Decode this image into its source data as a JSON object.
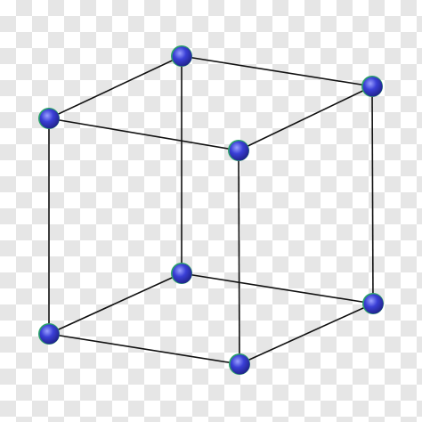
{
  "diagram": {
    "kind": "cube-lattice",
    "background": {
      "pattern": "transparency-checkerboard",
      "light_color": "#ffffff",
      "dark_color": "#e6e6e6"
    },
    "edge_color": "#111111",
    "atom": {
      "color": "#3a3fd6",
      "highlight_color": "#9aa0ff",
      "shadow_color": "#1f2288",
      "rim_color": "#2aa26a"
    },
    "atoms": [
      "back-top-left",
      "back-top-right",
      "back-bottom-left",
      "back-bottom-right",
      "front-top-left",
      "front-top-right",
      "front-bottom-left",
      "front-bottom-right"
    ]
  }
}
